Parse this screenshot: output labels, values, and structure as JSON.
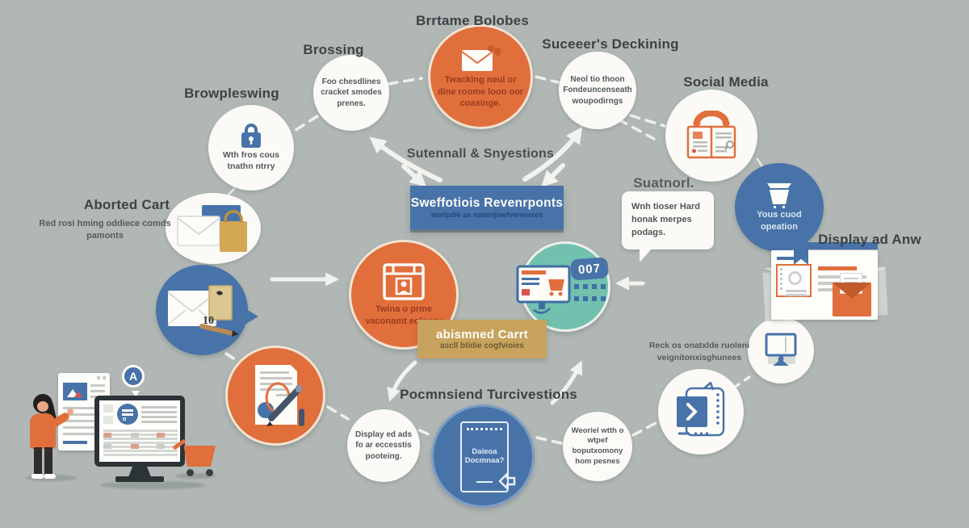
{
  "colors": {
    "background": "#b0b7b4",
    "orange": "#e06f3c",
    "blue": "#4873a9",
    "teal": "#72c0ae",
    "tan": "#c8a35d",
    "white": "#fbfaf7"
  },
  "headings": {
    "brrtame_bolobes": "Brrtame Bolobes",
    "brossing": "Brossing",
    "suceeers_deckining": "Suceeer's Deckining",
    "browpleswing": "Browpleswing",
    "social_media": "Social Media",
    "aborted_cart": "Aborted Cart",
    "aborted_cart_note": "Red rosi hming oddiece comds pamonts",
    "suatnorl": "Suatnorl.",
    "display_ad_anw": "Display ad Anw",
    "sutenvall_snyestions": "Sutennall & Snyestions",
    "pocmnsiend_turcivestions": "Pocmnsiend Turcivestions",
    "reck_note": "Reck os onatxlde ruoleni veignitonxisghunees"
  },
  "banners": {
    "remarketing": {
      "title": "Sweffotiois Revenrponts",
      "subtitle": "aovtpdie as natenijisefverereses"
    },
    "abandoned": {
      "title": "abismned Carrt",
      "subtitle": "ascll btidie cogfvioies"
    }
  },
  "bubbles": {
    "suatnorl_bubble": "Wnh tioser Hard honak merpes podags."
  },
  "circles": {
    "tracking_email": "Twacking neul or dine roome loon oor coasinge.",
    "foo_chesdlines": "Foo chesdlines cracket smodes prenes.",
    "neol_thoon": "Neol tio thoon Fondeuncenseath woupodirngs",
    "lock_note": "Wth fros cous tnathn ntrry",
    "your_cart": "Yous cuod opeation",
    "prime_offer": "Twina o prme vaconamt eolauay",
    "display_ads": "Display ed ads fo ar eccesstis pooteing.",
    "doc_question": "Daieoa Docmnaa?",
    "weoriel": "Weoriel wtth o wtpef boputxomony hom pesnes"
  },
  "badges": {
    "promo_code": "007",
    "stamp_value": "10",
    "monitor_badge": "A"
  }
}
